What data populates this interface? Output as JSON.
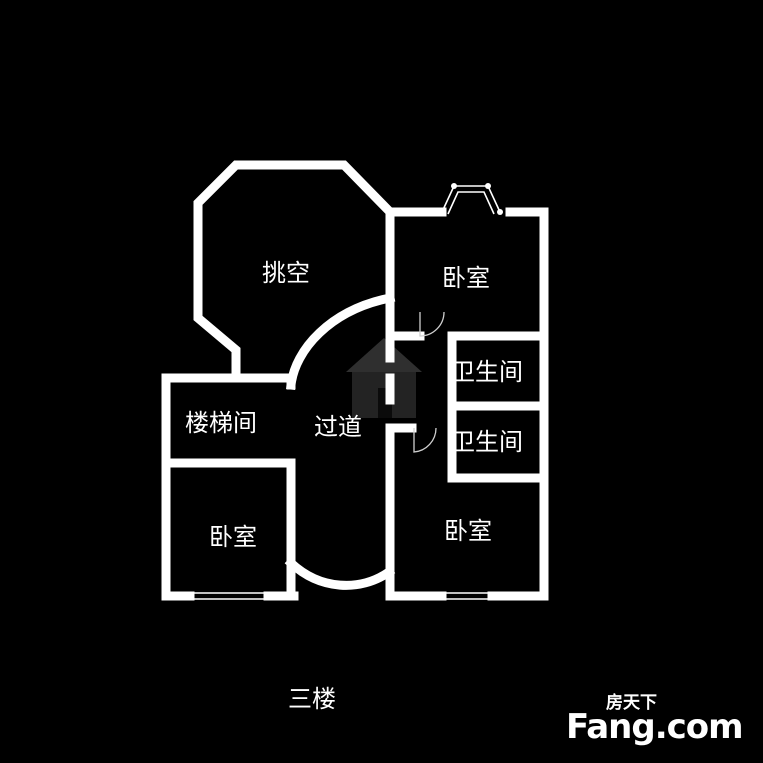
{
  "rooms": {
    "balcony_void": "挑空",
    "bedroom_top": "卧室",
    "bathroom_1": "卫生间",
    "bathroom_2": "卫生间",
    "stairwell": "楼梯间",
    "corridor": "过道",
    "bedroom_left": "卧室",
    "bedroom_right": "卧室"
  },
  "floor_label": "三楼",
  "watermark": {
    "cn": "房天下",
    "en": "Fang.com"
  },
  "colors": {
    "background": "#000000",
    "walls": "#ffffff"
  }
}
